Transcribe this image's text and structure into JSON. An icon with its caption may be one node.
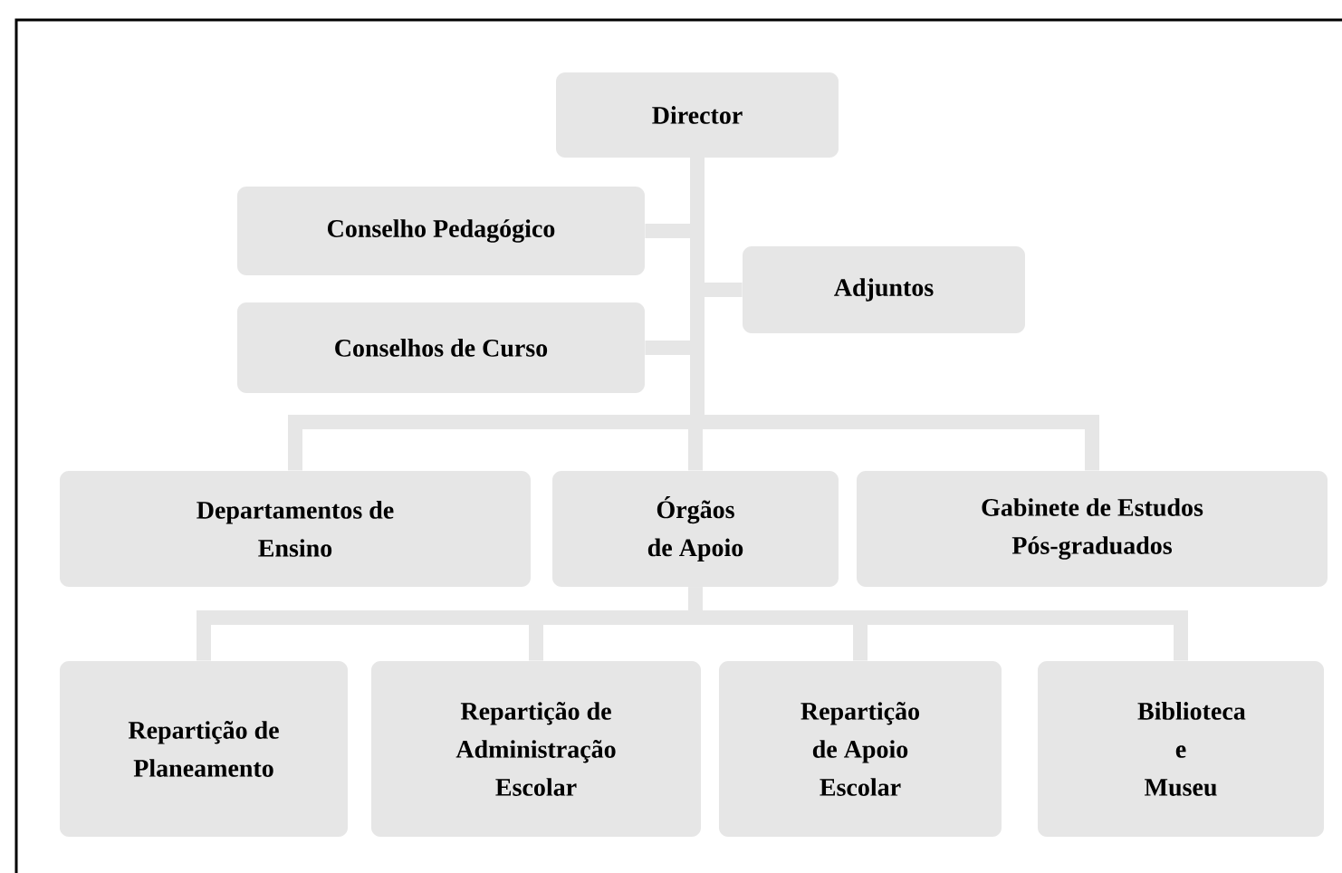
{
  "diagram": {
    "nodes": [
      {
        "text": [
          "Director"
        ]
      },
      {
        "text": [
          "Conselho Pedagógico"
        ]
      },
      {
        "text": [
          "Adjuntos"
        ]
      },
      {
        "text": [
          "Conselhos de Curso"
        ]
      },
      {
        "text": [
          "Departamentos de Ensino"
        ]
      },
      {
        "text": [
          "Órgãos de Apoio"
        ]
      },
      {
        "text": [
          "Gabinete de Estudos Pós-graduados"
        ]
      },
      {
        "text": [
          "Repartição de Planeamento"
        ]
      },
      {
        "text": [
          "Repartição de Administração Escolar"
        ]
      },
      {
        "text": [
          "Repartição de Apoio Escolar"
        ]
      },
      {
        "text": [
          "Biblioteca e Museu"
        ]
      }
    ],
    "edges": [
      {
        "from": 0,
        "to": 1,
        "arrow": "none"
      },
      {
        "from": 0,
        "to": 2,
        "arrow": "none"
      },
      {
        "from": 0,
        "to": 3,
        "arrow": "none"
      },
      {
        "from": 0,
        "to": 4,
        "arrow": "none"
      },
      {
        "from": 0,
        "to": 5,
        "arrow": "none"
      },
      {
        "from": 0,
        "to": 6,
        "arrow": "none"
      },
      {
        "from": 5,
        "to": 7,
        "arrow": "none"
      },
      {
        "from": 5,
        "to": 8,
        "arrow": "none"
      },
      {
        "from": 5,
        "to": 9,
        "arrow": "none"
      },
      {
        "from": 5,
        "to": 10,
        "arrow": "none"
      }
    ]
  }
}
